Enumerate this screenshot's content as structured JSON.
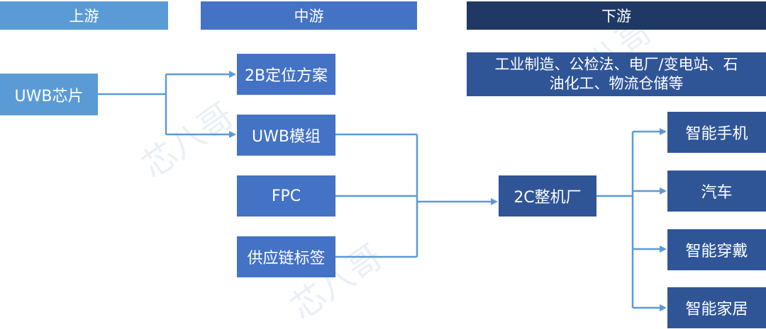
{
  "headers": {
    "upstream": "上游",
    "midstream": "中游",
    "downstream": "下游"
  },
  "upstream": {
    "chip": "UWB芯片"
  },
  "midstream": {
    "items": [
      "2B定位方案",
      "UWB模组",
      "FPC",
      "供应链标签"
    ]
  },
  "downstream": {
    "industries_line1": "工业制造、公检法、电厂/变电站、石",
    "industries_line2": "油化工、物流仓储等",
    "oem": "2C整机厂",
    "products": [
      "智能手机",
      "汽车",
      "智能穿戴",
      "智能家居"
    ]
  },
  "watermark": "芯八哥",
  "colors": {
    "line": "#5b9bd5",
    "up": "#5b9bd5",
    "mid": "#4472c4",
    "down_dark": "#203864",
    "down": "#2f5597"
  }
}
